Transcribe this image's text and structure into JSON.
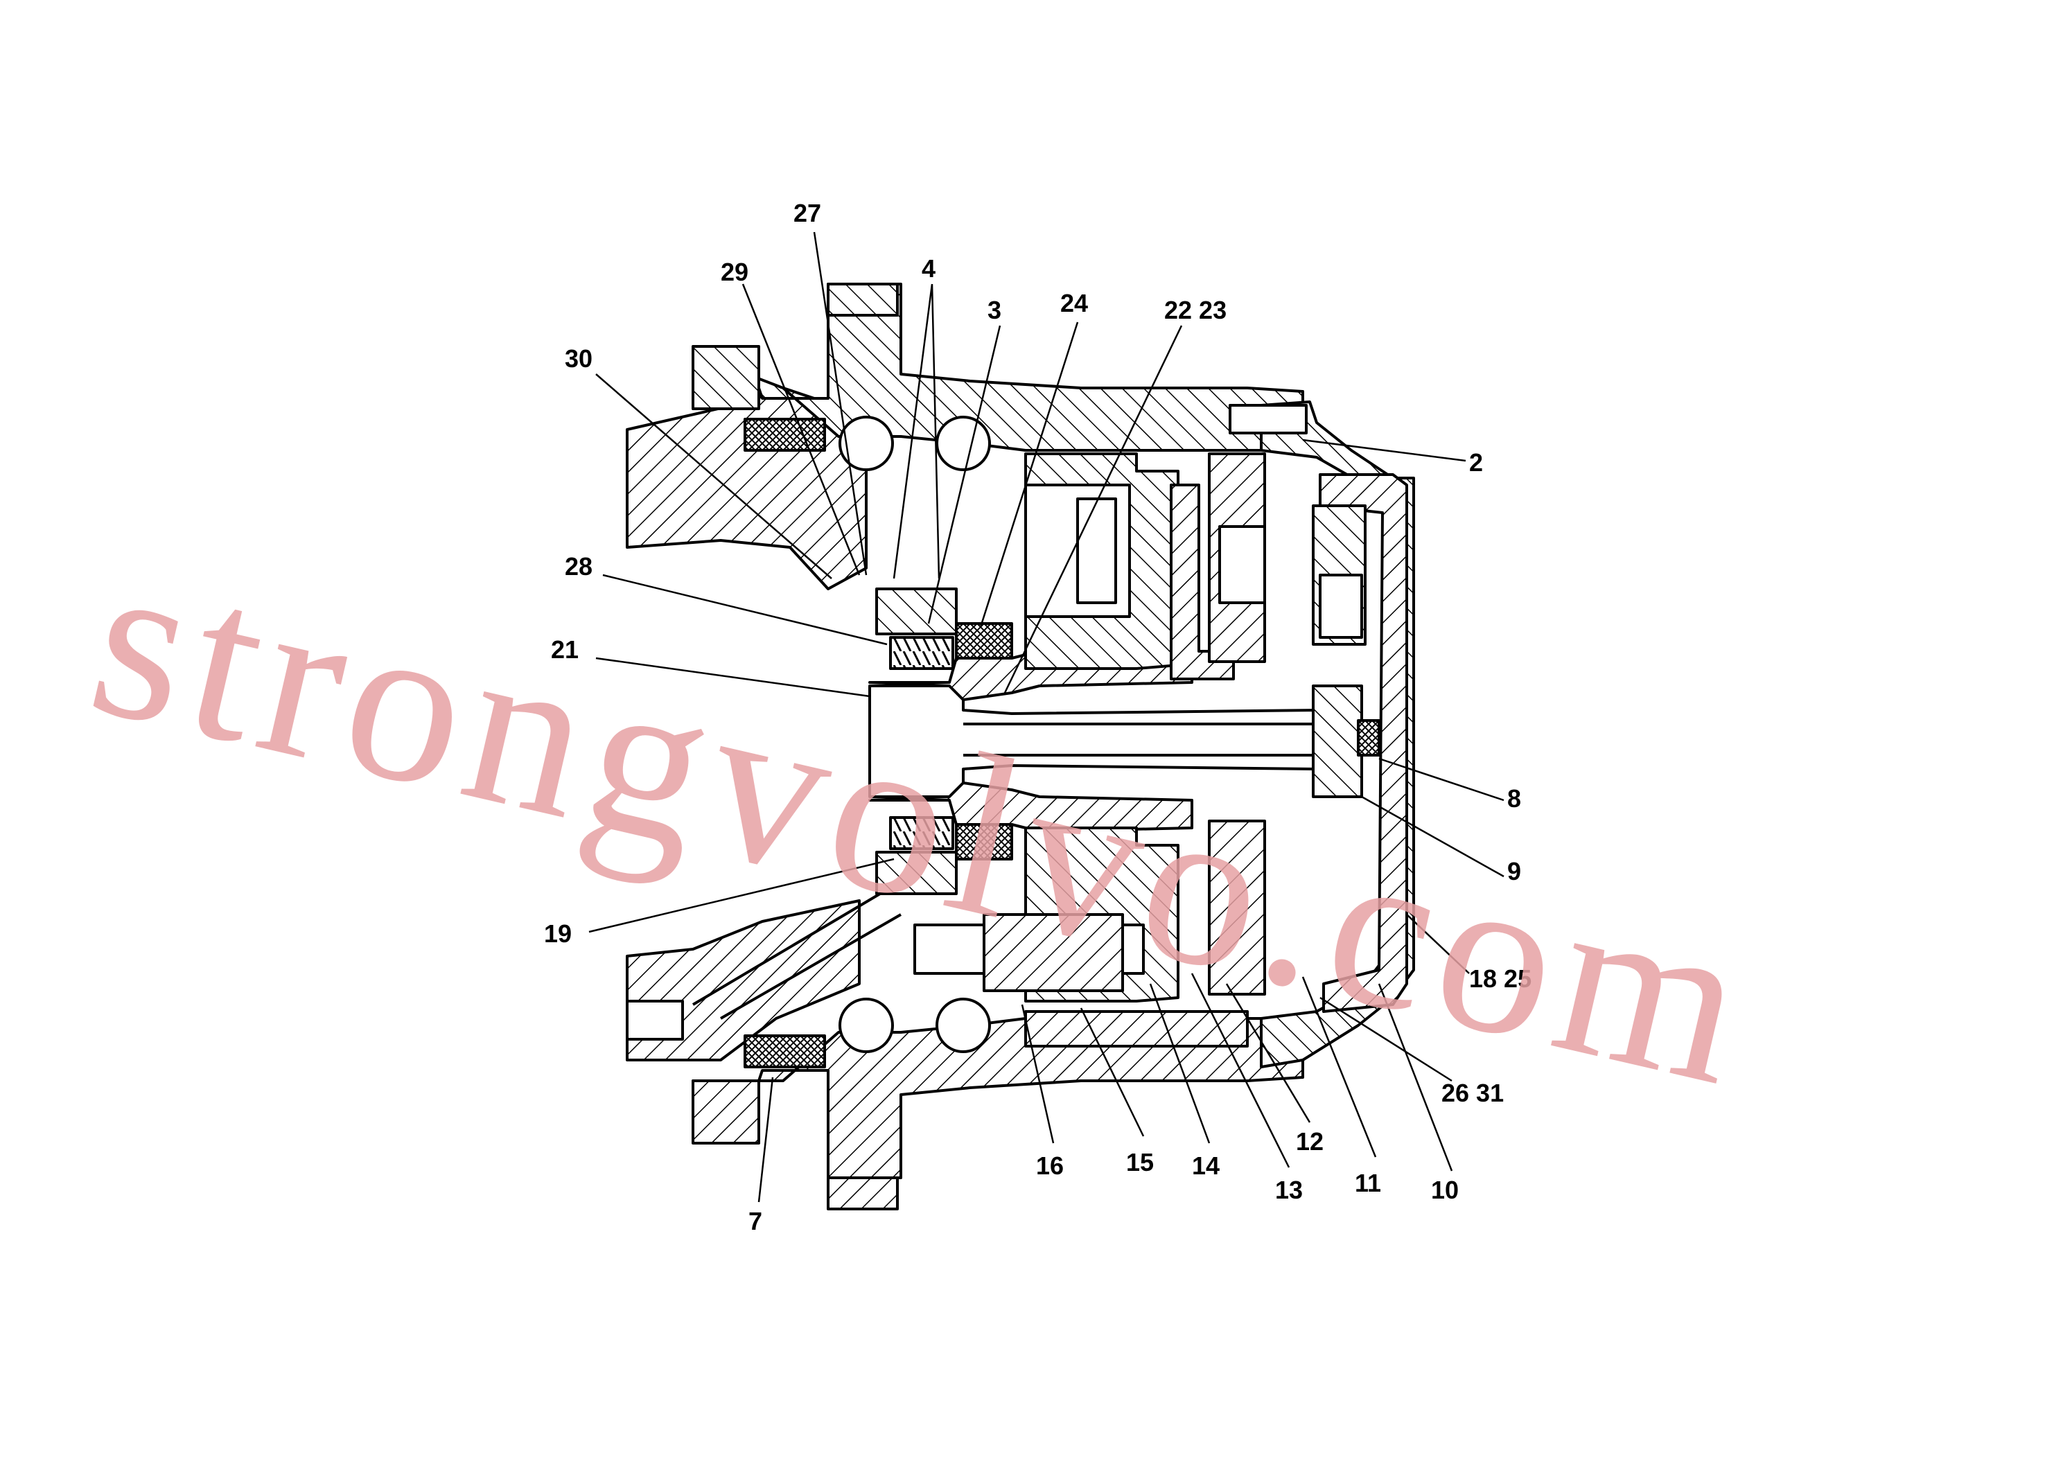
{
  "watermark": {
    "text": "strongvolvo.com",
    "color": "#e6a1a3"
  },
  "colors": {
    "line": "#000000",
    "background": "#ffffff"
  },
  "callouts": {
    "n27": "27",
    "n29": "29",
    "n4": "4",
    "n3": "3",
    "n24": "24",
    "n2223": "22 23",
    "n30": "30",
    "n2": "2",
    "n28": "28",
    "n21": "21",
    "n8": "8",
    "n9": "9",
    "n19": "19",
    "n1825": "18 25",
    "n2631": "26 31",
    "n12": "12",
    "n11": "11",
    "n10": "10",
    "n13": "13",
    "n14": "14",
    "n15": "15",
    "n16": "16",
    "n7": "7"
  }
}
